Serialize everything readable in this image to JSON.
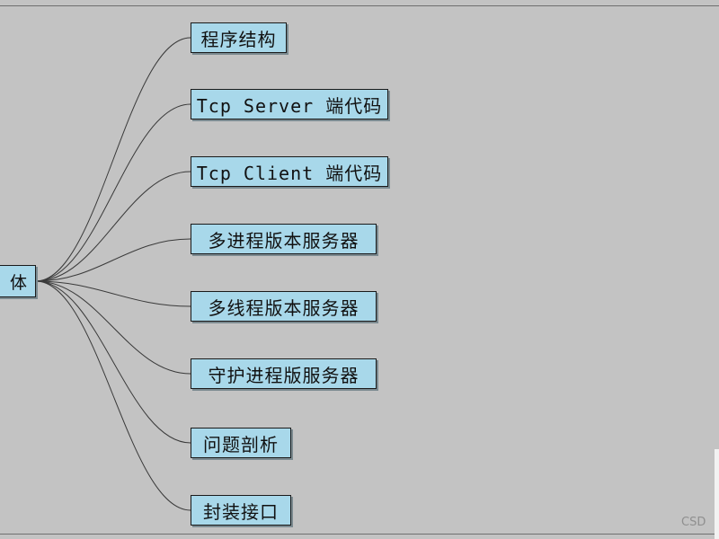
{
  "diagram": {
    "root": {
      "label": "体"
    },
    "branches": [
      {
        "label": "程序结构"
      },
      {
        "label": "Tcp Server 端代码"
      },
      {
        "label": "Tcp Client 端代码"
      },
      {
        "label": "多进程版本服务器"
      },
      {
        "label": "多线程版本服务器"
      },
      {
        "label": "守护进程版服务器"
      },
      {
        "label": "问题剖析"
      },
      {
        "label": "封装接口"
      }
    ]
  },
  "watermark": "CSD",
  "colors": {
    "background": "#c3c3c3",
    "node_fill": "#a8d8ea",
    "node_border": "#1a1a1a",
    "connector": "#3a3a3a"
  }
}
